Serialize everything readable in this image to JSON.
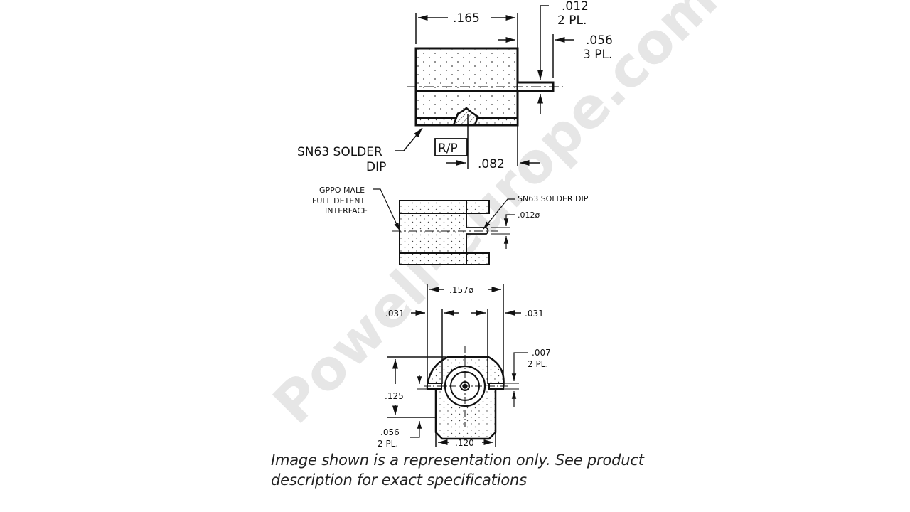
{
  "watermark": {
    "text": "Powell-europe.com",
    "color": "#e6e6e6"
  },
  "top_view": {
    "dimensions": {
      "body_length": ".165",
      "pin_diameter": ".012",
      "pin_diameter_qty": "2 PL.",
      "pin_length": ".056",
      "pin_length_qty": "3 PL.",
      "ref_offset": ".082"
    },
    "labels": {
      "solder_line1": "SN63 SOLDER",
      "solder_line2": "DIP",
      "ref_box": "R/P"
    }
  },
  "side_view": {
    "labels": {
      "interface_line1": "GPPO MALE",
      "interface_line2": "FULL DETENT",
      "interface_line3": "INTERFACE",
      "solder": "SN63 SOLDER DIP"
    },
    "dimensions": {
      "pin_diameter": ".012ø"
    }
  },
  "end_view": {
    "dimensions": {
      "outer_diameter": ".157ø",
      "left_offset": ".031",
      "right_offset": ".031",
      "slot_width": ".007",
      "slot_qty": "2 PL.",
      "height": ".125",
      "chamfer": ".056",
      "chamfer_qty": "2 PL.",
      "base_width": ".120"
    }
  },
  "caption": {
    "line1": "Image shown is a representation only. See product",
    "line2": "description for exact specifications"
  },
  "colors": {
    "line": "#111111",
    "fill": "#f4f4f4",
    "dot": "#555555",
    "text": "#222222"
  }
}
